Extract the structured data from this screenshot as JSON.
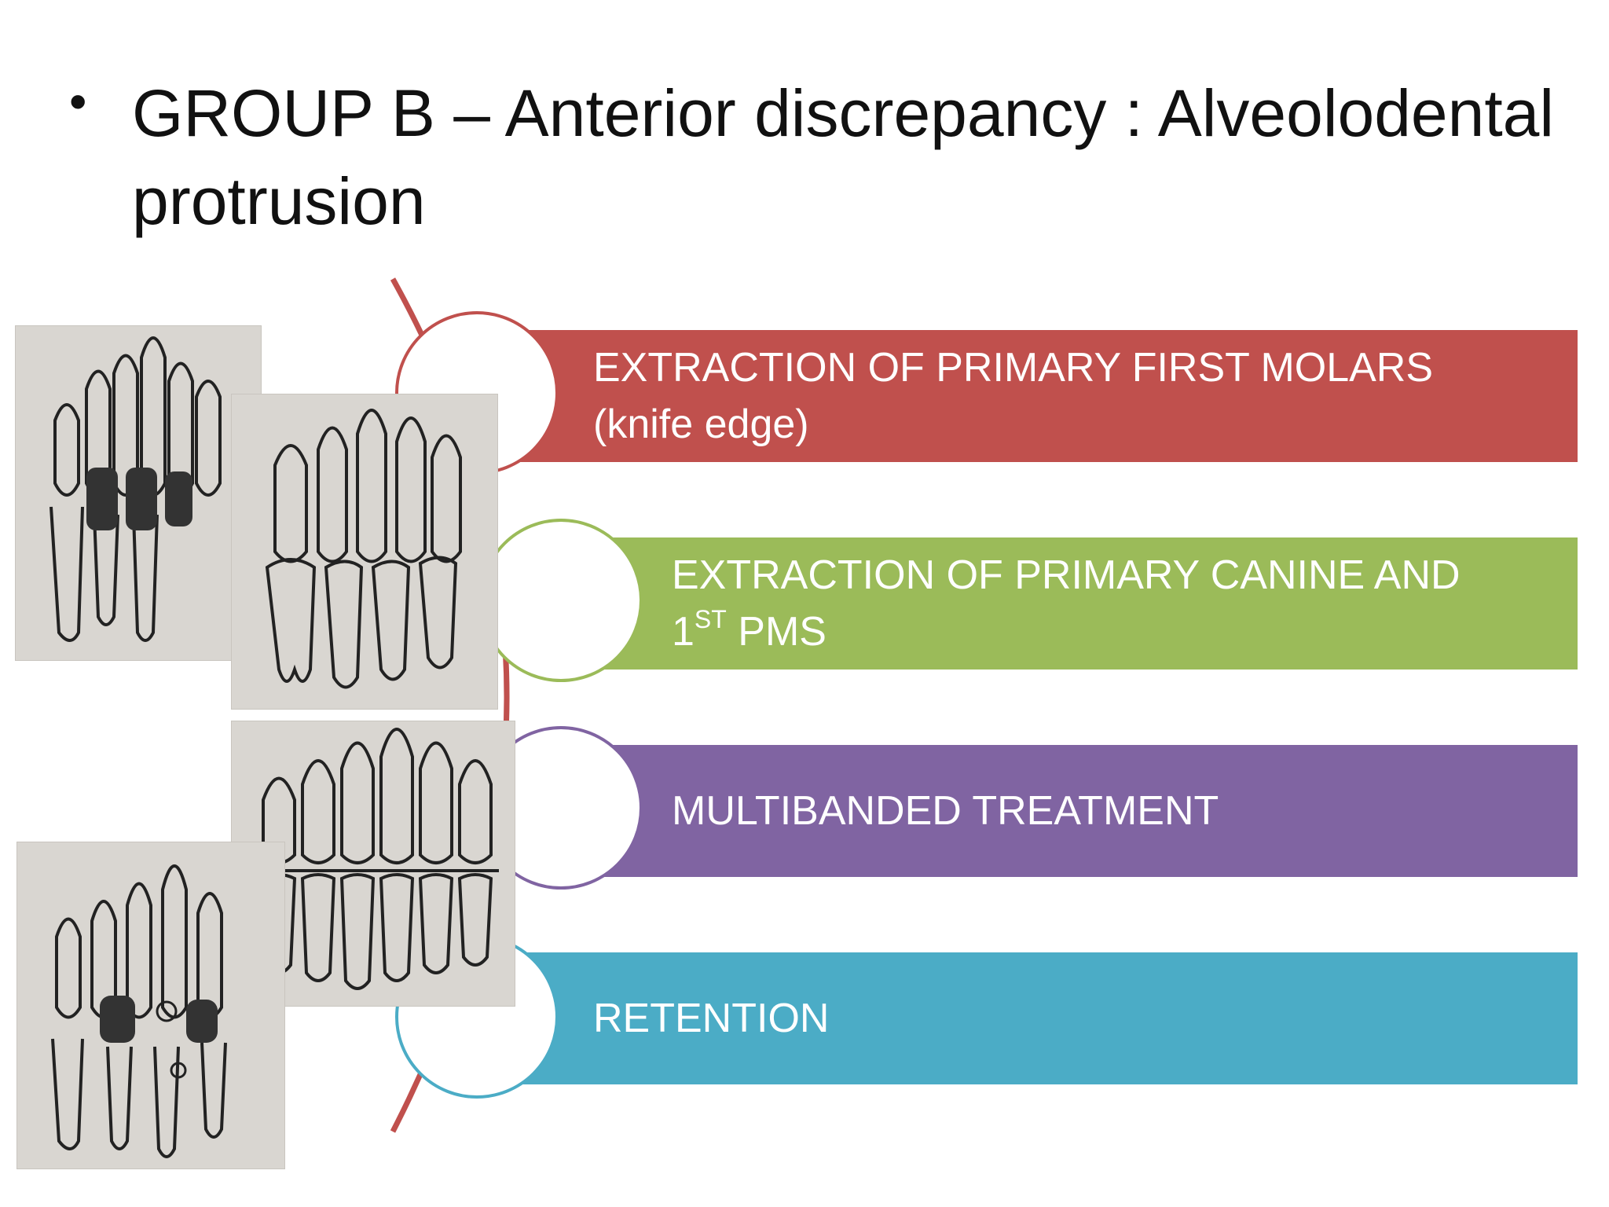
{
  "slide": {
    "bullet": "•",
    "title": "GROUP B – Anterior discrepancy : Alveolodental protrusion"
  },
  "steps": [
    {
      "id": "step-1",
      "line1": "EXTRACTION OF PRIMARY FIRST MOLARS",
      "line2": "(knife edge)",
      "color": "#c0504d"
    },
    {
      "id": "step-2",
      "line1": "EXTRACTION OF PRIMARY CANINE AND",
      "line2_base": "1",
      "line2_sup": "ST",
      "line2_rest": " PMS",
      "color": "#9bbb59"
    },
    {
      "id": "step-3",
      "line1": "MULTIBANDED TREATMENT",
      "color": "#8064a2"
    },
    {
      "id": "step-4",
      "line1": "RETENTION",
      "color": "#4bacc6"
    }
  ],
  "colors": {
    "arc": "#c0504d",
    "photo_bg": "#d9d6d1"
  },
  "icons": [
    "dental-diagram-1",
    "dental-diagram-2",
    "dental-diagram-3",
    "dental-diagram-4"
  ]
}
